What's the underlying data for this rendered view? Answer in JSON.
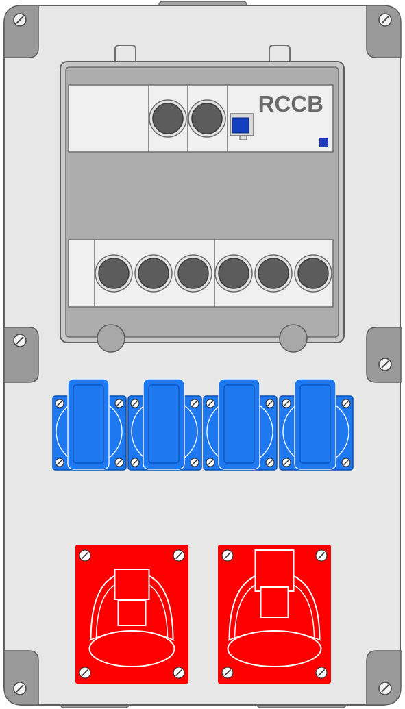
{
  "board": {
    "body_color": "#e7e7e7",
    "corner_color": "#9a9a9a",
    "outline_color": "#5f5f5f"
  },
  "breaker_panel": {
    "panel_color": "#adadad",
    "module_color": "#f0f0f0",
    "knob_color": "#5c5c5c",
    "rccb": {
      "label": "RCCB",
      "label_color": "#6b6b6b",
      "switch_color": "#1440c0",
      "indicator_color": "#1f3ab8"
    },
    "top_row_breakers": 2,
    "bottom_row_breakers": 6
  },
  "schuko_sockets": {
    "count": 4,
    "color": "#1e78f0",
    "dark_color": "#0b4fb0"
  },
  "cee_sockets": {
    "count": 2,
    "color": "#ff0000",
    "line_color": "#ffffff"
  },
  "icons": [
    "screw-icon",
    "schuko-socket-icon",
    "cee-socket-icon",
    "breaker-knob-icon"
  ]
}
